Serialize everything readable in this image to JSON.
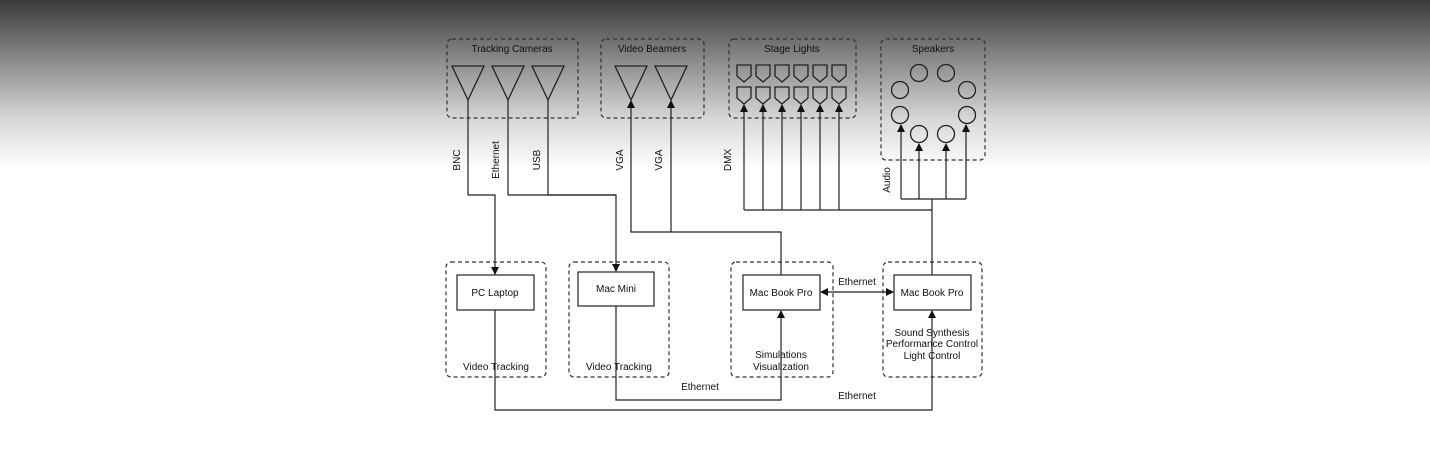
{
  "groups": {
    "tracking_cameras": "Tracking Cameras",
    "video_beamers": "Video Beamers",
    "stage_lights": "Stage Lights",
    "speakers": "Speakers"
  },
  "devices": {
    "pc_laptop": "PC Laptop",
    "mac_mini": "Mac Mini",
    "macbook_sim": "Mac Book Pro",
    "macbook_sound": "Mac Book Pro"
  },
  "roles": {
    "pc_laptop": "Video Tracking",
    "mac_mini": "Video Tracking",
    "macbook_sim_line1": "Simulations",
    "macbook_sim_line2": "Visualization",
    "macbook_sound_line1": "Sound Synthesis",
    "macbook_sound_line2": "Performance Control",
    "macbook_sound_line3": "Light Control"
  },
  "signals": {
    "bnc": "BNC",
    "ethernet_camera": "Ethernet",
    "usb": "USB",
    "vga_1": "VGA",
    "vga_2": "VGA",
    "dmx": "DMX",
    "audio": "Audio",
    "ethernet_macbooks": "Ethernet",
    "ethernet_mini_to_sim": "Ethernet",
    "ethernet_pc_to_sound": "Ethernet"
  }
}
